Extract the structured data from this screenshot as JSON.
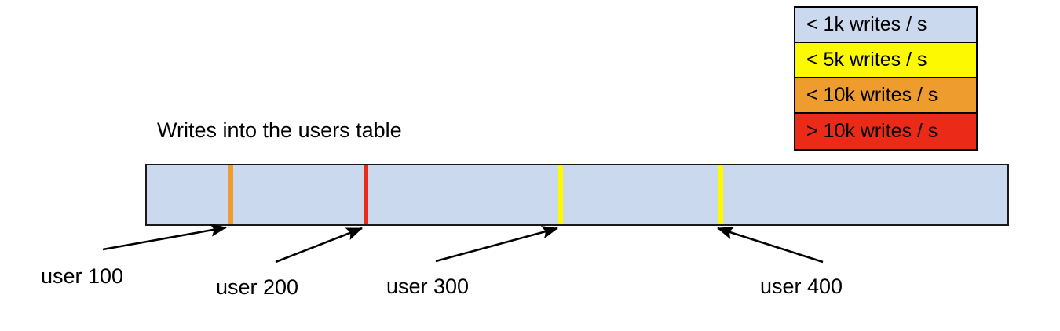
{
  "chart_data": {
    "type": "bar",
    "title": "Writes into the users table",
    "xlabel": "",
    "ylabel": "",
    "description": "A single horizontal range bar representing the users table key space, shaded light blue (< 1k writes / s) with four colored hot-spot markers at specific user keys.",
    "base_segment_category": "< 1k writes / s",
    "base_segment_color": "#cbd9ee",
    "categories": [
      "user 100",
      "user 200",
      "user 300",
      "user 400"
    ],
    "values": [
      "< 10k writes / s",
      "> 10k writes / s",
      "< 5k writes / s",
      "< 5k writes / s"
    ],
    "markers": [
      {
        "label": "user 100",
        "category": "< 10k writes / s",
        "color": "#ef9c2e",
        "position_pct": 9.6
      },
      {
        "label": "user 200",
        "category": "> 10k writes / s",
        "color": "#ec2a18",
        "position_pct": 25.3
      },
      {
        "label": "user 300",
        "category": "< 5k writes / s",
        "color": "#fdf900",
        "position_pct": 47.9
      },
      {
        "label": "user 400",
        "category": "< 5k writes / s",
        "color": "#fdf900",
        "position_pct": 66.4
      }
    ],
    "legend_position": "top-right",
    "grid": false
  },
  "legend": {
    "name": "writes-per-second-legend",
    "rows": [
      {
        "label": "< 1k writes / s",
        "color": "#cbd9ee"
      },
      {
        "label": "< 5k writes / s",
        "color": "#fdf900"
      },
      {
        "label": "< 10k writes / s",
        "color": "#ef9c2e"
      },
      {
        "label": "> 10k writes / s",
        "color": "#ec2a18"
      }
    ]
  },
  "title": {
    "text": "Writes into the users table"
  },
  "bar": {
    "fill_color": "#cbd9ee",
    "border_color": "#1a1a1a"
  },
  "labels": [
    {
      "text": "user 100"
    },
    {
      "text": "user 200"
    },
    {
      "text": "user 300"
    },
    {
      "text": "user 400"
    }
  ]
}
